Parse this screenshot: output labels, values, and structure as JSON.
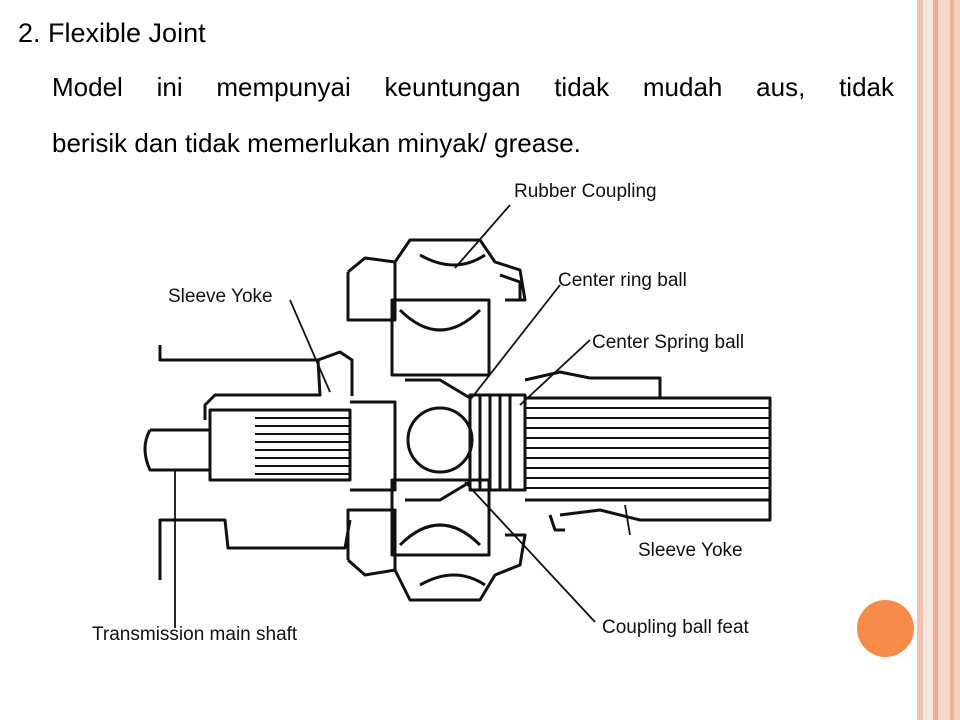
{
  "slide": {
    "title": "2. Flexible Joint",
    "body_line1": "Model ini mempunyai keuntungan tidak mudah aus, tidak",
    "body_line2": "berisik dan tidak memerlukan minyak/ grease."
  },
  "diagram": {
    "labels": {
      "rubber_coupling": "Rubber Coupling",
      "sleeve_yoke_left": "Sleeve Yoke",
      "center_ring_ball": "Center ring ball",
      "center_spring_ball": "Center Spring ball",
      "sleeve_yoke_right": "Sleeve Yoke",
      "coupling_ball_feat": "Coupling ball feat",
      "transmission_main_shaft": "Transmission main shaft"
    }
  },
  "colors": {
    "accent_dot": "#f58a4b",
    "stripe_light": "#f7d7c8",
    "stripe_mid": "#eebba5",
    "stripe_edge": "#e8a58a"
  }
}
